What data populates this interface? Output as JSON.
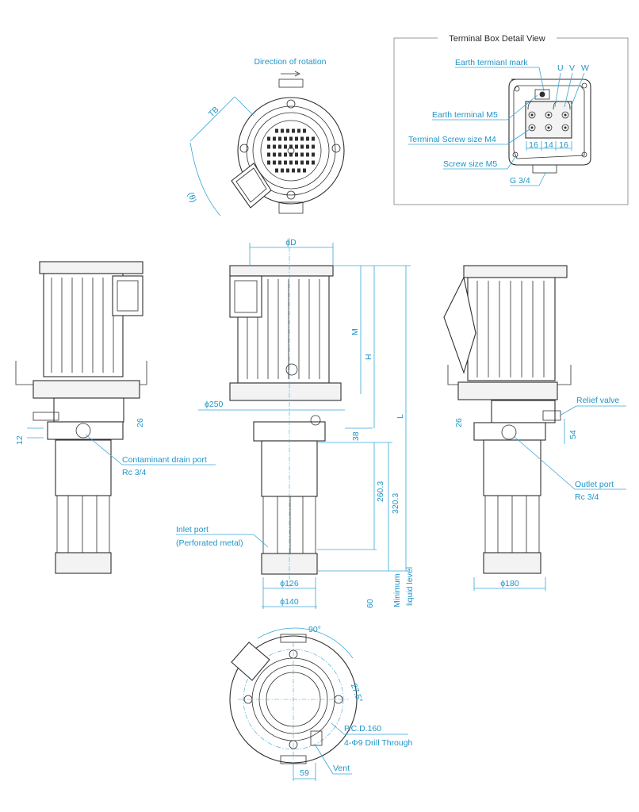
{
  "title": "Terminal Box Detail View",
  "labels": {
    "direction": "Direction of rotation",
    "earth_mark": "Earth termianl mark",
    "u": "U",
    "v": "V",
    "w": "W",
    "earth_terminal": "Earth terminal M5",
    "terminal_screw": "Terminal Screw size M4",
    "screw_size": "Screw size M5",
    "g34": "G 3/4",
    "tb16a": "16",
    "tb14": "14",
    "tb16b": "16",
    "tb": "TB",
    "angle": "(θ)",
    "phiD": "ϕD",
    "phi250": "ϕ250",
    "m": "M",
    "h": "H",
    "l": "L",
    "d12": "12",
    "d26a": "26",
    "d26b": "26",
    "d38": "38",
    "d54": "54",
    "d260": "260.3",
    "d320": "320.3",
    "drain1": "Contaminant drain port",
    "drain2": "Rc 3/4",
    "inlet1": "Inlet port",
    "inlet2": "(Perforated metal)",
    "relief": "Relief valve",
    "outlet1": "Outlet port",
    "outlet2": "Rc 3/4",
    "phi126": "ϕ126",
    "phi140": "ϕ140",
    "phi180": "ϕ180",
    "d60": "60",
    "minimum": "Minimum",
    "liquid": "liquid level",
    "deg90": "90°",
    "deg275": "27.5°",
    "pcd": "P.C.D.160",
    "drill": "4-Φ9 Drill Through",
    "vent": "Vent",
    "d59": "59"
  }
}
